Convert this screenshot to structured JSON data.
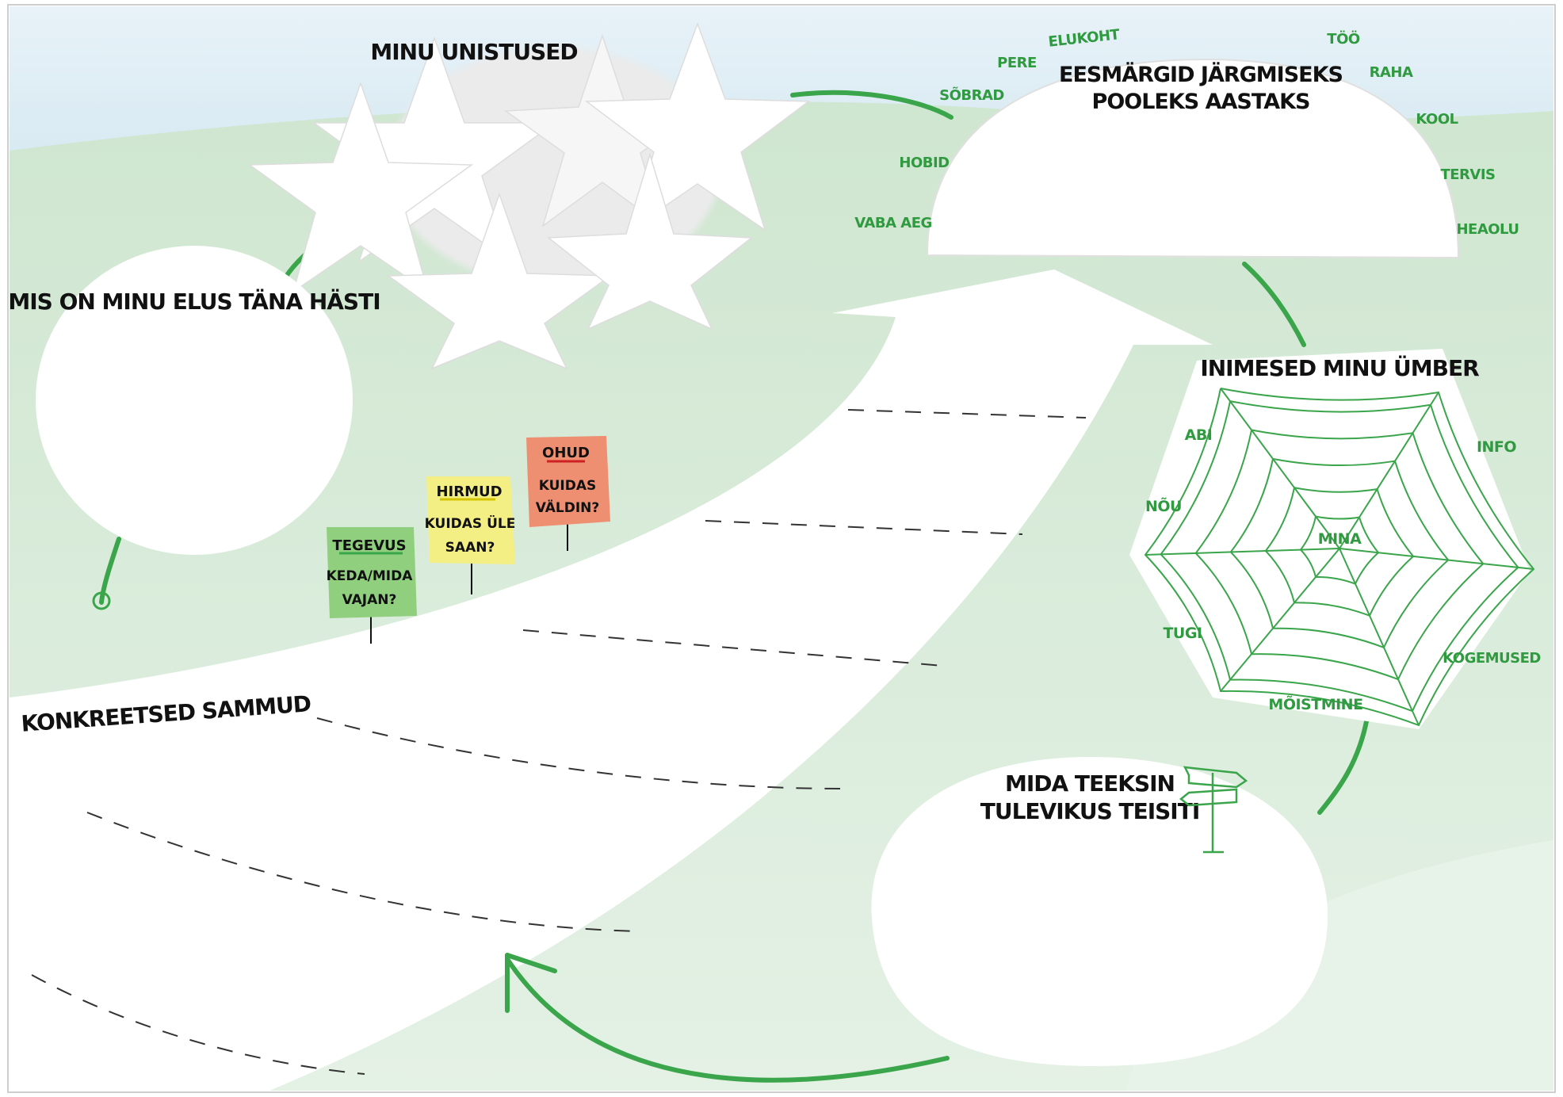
{
  "titles": {
    "dreams": "MINU UNISTUSED",
    "goals_line1": "EESMÄRGID JÄRGMISEKS",
    "goals_line2": "POOLEKS AASTAKS",
    "good_today": "MIS ON MINU ELUS TÄNA HÄSTI",
    "people": "INIMESED MINU ÜMBER",
    "steps": "KONKREETSED SAMMUD",
    "future_line1": "MIDA TEEKSIN",
    "future_line2": "TULEVIKUS TEISITI"
  },
  "goal_words": {
    "elukoht": "ELUKOHT",
    "pere": "PERE",
    "sobrad": "SÕBRAD",
    "hobid": "HOBID",
    "vaba_aeg": "VABA AEG",
    "too": "TÖÖ",
    "raha": "RAHA",
    "kool": "KOOL",
    "tervis": "TERVIS",
    "heaolu": "HEAOLU"
  },
  "web_words": {
    "center": "MINA",
    "abi": "ABI",
    "info": "INFO",
    "nou": "NÕU",
    "tugi": "TUGI",
    "kogemused": "KOGEMUSED",
    "moistmine": "MÕISTMINE"
  },
  "signs": {
    "tegevus_title": "TEGEVUS",
    "tegevus_line1": "KEDA/MIDA",
    "tegevus_line2": "VAJAN?",
    "hirmud_title": "HIRMUD",
    "hirmud_line1": "KUIDAS ÜLE",
    "hirmud_line2": "SAAN?",
    "ohud_title": "OHUD",
    "ohud_line1": "KUIDAS",
    "ohud_line2": "VÄLDIN?"
  },
  "colors": {
    "accent_green": "#3aa54a",
    "background_green": "#d8ebd9",
    "sky": "#dcecf4",
    "sign_green": "#8fcf7d",
    "sign_yellow": "#f4ef84",
    "sign_orange": "#ee8f72"
  }
}
